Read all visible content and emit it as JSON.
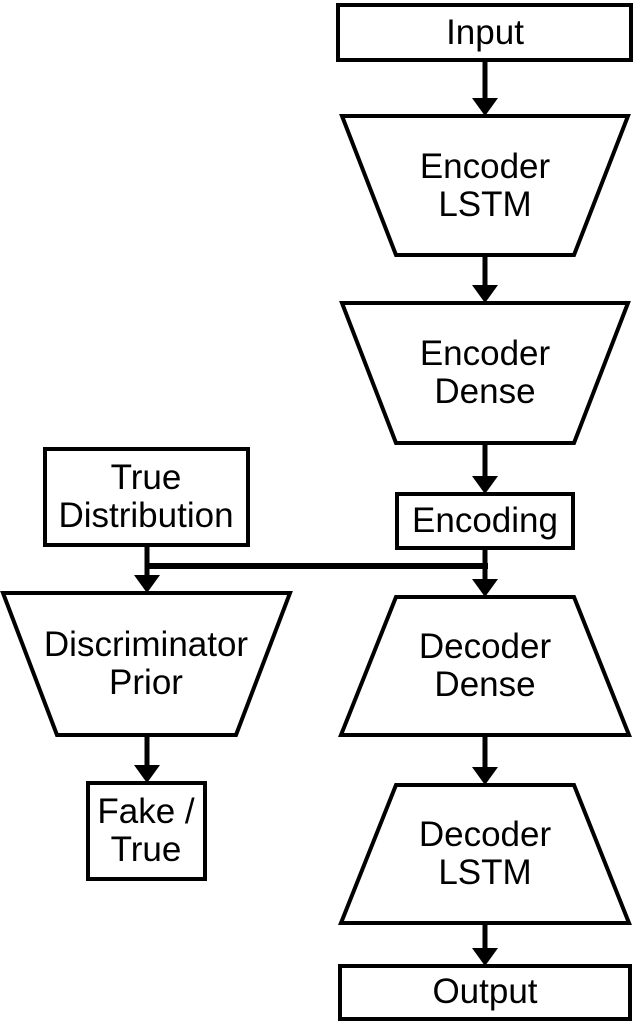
{
  "diagram": {
    "title": "Adversarial autoencoder architecture flowchart",
    "colors": {
      "ink": "#000000",
      "paper": "#ffffff"
    },
    "nodes": [
      {
        "id": "input",
        "shape": "rect",
        "label": "Input"
      },
      {
        "id": "encoder-lstm",
        "shape": "trapezoid-down",
        "label": "Encoder\nLSTM"
      },
      {
        "id": "encoder-dense",
        "shape": "trapezoid-down",
        "label": "Encoder\nDense"
      },
      {
        "id": "encoding",
        "shape": "rect",
        "label": "Encoding"
      },
      {
        "id": "true-distribution",
        "shape": "rect",
        "label": "True\nDistribution"
      },
      {
        "id": "discriminator-prior",
        "shape": "trapezoid-down",
        "label": "Discriminator\nPrior"
      },
      {
        "id": "fake-true",
        "shape": "rect",
        "label": "Fake /\nTrue"
      },
      {
        "id": "decoder-dense",
        "shape": "trapezoid-up",
        "label": "Decoder\nDense"
      },
      {
        "id": "decoder-lstm",
        "shape": "trapezoid-up",
        "label": "Decoder\nLSTM"
      },
      {
        "id": "output",
        "shape": "rect",
        "label": "Output"
      }
    ],
    "edges": [
      {
        "from": "input",
        "to": "encoder-lstm"
      },
      {
        "from": "encoder-lstm",
        "to": "encoder-dense"
      },
      {
        "from": "encoder-dense",
        "to": "encoding"
      },
      {
        "from": "encoding",
        "to": "decoder-dense"
      },
      {
        "from": "encoding",
        "to": "discriminator-prior",
        "via": "horizontal-bus"
      },
      {
        "from": "true-distribution",
        "to": "discriminator-prior"
      },
      {
        "from": "discriminator-prior",
        "to": "fake-true"
      },
      {
        "from": "decoder-dense",
        "to": "decoder-lstm"
      },
      {
        "from": "decoder-lstm",
        "to": "output"
      }
    ]
  }
}
